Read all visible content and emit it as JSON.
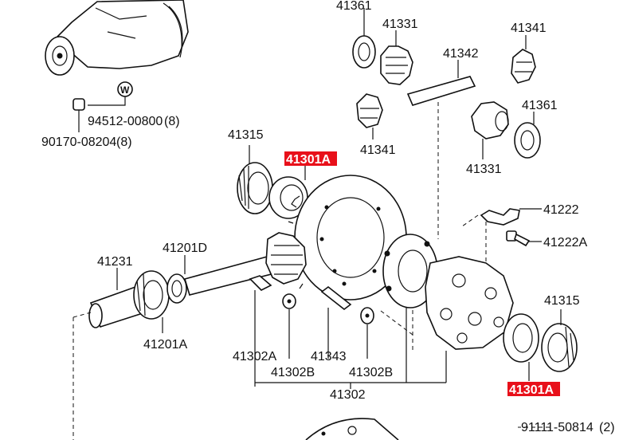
{
  "labels": {
    "p41361_top": "41361",
    "p41331_top": "41331",
    "p41342": "41342",
    "p41341_right": "41341",
    "p41361_right": "41361",
    "p41341_mid": "41341",
    "p41331_mid": "41331",
    "p94512": "94512-00800",
    "p94512_qty": "(8)",
    "p90170": "90170-08204",
    "p90170_qty": "(8)",
    "p41315_left": "41315",
    "p41301A_top": "41301A",
    "p41222": "41222",
    "p41222A": "41222A",
    "p41231": "41231",
    "p41201D": "41201D",
    "p41201A": "41201A",
    "p41302A": "41302A",
    "p41343": "41343",
    "p41302B_left": "41302B",
    "p41302B_right": "41302B",
    "p41302": "41302",
    "p41315_right": "41315",
    "p41301A_bottom": "41301A",
    "p91111": "91111-50814",
    "p91111_qty": "(2)"
  },
  "colors": {
    "highlight": "#e8101a",
    "ink": "#111111"
  },
  "icons": {
    "washer_marker": "W"
  }
}
